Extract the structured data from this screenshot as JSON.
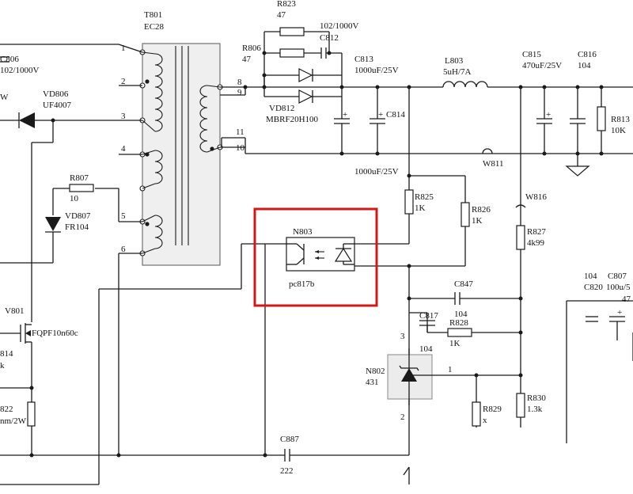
{
  "labels": {
    "t801": "T801",
    "ec28": "EC28",
    "p1": "1",
    "p2": "2",
    "p3": "3",
    "p4": "4",
    "p5": "5",
    "p6": "6",
    "p8": "8",
    "p9": "9",
    "p10": "10",
    "p11": "11",
    "r823": "R823",
    "r823v": "47",
    "r806": "R806",
    "r806v": "47",
    "c812v1": "102/1000V",
    "c812": "C812",
    "vd812": "VD812",
    "mbrf": "MBRF20H100",
    "c813": "C813",
    "c813v": "1000uF/25V",
    "c814": "C814",
    "c814v": "1000uF/25V",
    "l803": "L803",
    "l803v": "5uH/7A",
    "c815": "C815",
    "c815v": "470uF/25V",
    "c816": "C816",
    "c816v": "104",
    "r813": "R813",
    "r813v": "10K",
    "w811": "W811",
    "w816": "W816",
    "c806": "C806",
    "c806v": "102/1000V",
    "wfrag": "W",
    "vd806": "VD806",
    "uf4007": "UF4007",
    "r807": "R807",
    "r807v": "10",
    "vd807": "VD807",
    "fr104": "FR104",
    "n803": "N803",
    "pc817b": "pc817b",
    "r825": "R825",
    "r825v": "1K",
    "r826": "R826",
    "r826v": "1K",
    "r827": "R827",
    "r827v": "4k99",
    "c847": "C847",
    "c847v": "104",
    "c817": "C817",
    "c817v": "104",
    "r828": "R828",
    "r828v": "1K",
    "n802": "N802",
    "n802v": "431",
    "n802p1": "1",
    "n802p2": "2",
    "n802p3": "3",
    "r829": "R829",
    "r829v": "x",
    "r830": "R830",
    "r830v": "1.3k",
    "v801": "V801",
    "fqpf": "FQPF10n60c",
    "r814frag": "814",
    "kfrag": "k",
    "r822frag": "822",
    "r822v": "nm/2W",
    "c887": "C887",
    "c887v": "222",
    "c820v": "104",
    "c820": "C820",
    "c807": "C807",
    "c807v": "100u/5",
    "c807v2": "47"
  },
  "colors": {
    "highlight": "#d01818",
    "transformer_fill": "#efefef",
    "wire": "#1a1a1a"
  }
}
